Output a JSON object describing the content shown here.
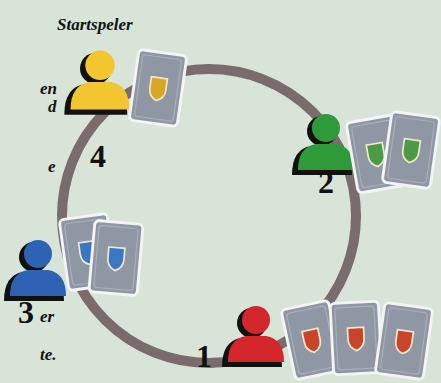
{
  "diagram": {
    "labels": [
      "Startspeler",
      "en",
      "d",
      "e",
      "er",
      "te.",
      "4",
      "2",
      "3",
      "1"
    ]
  }
}
